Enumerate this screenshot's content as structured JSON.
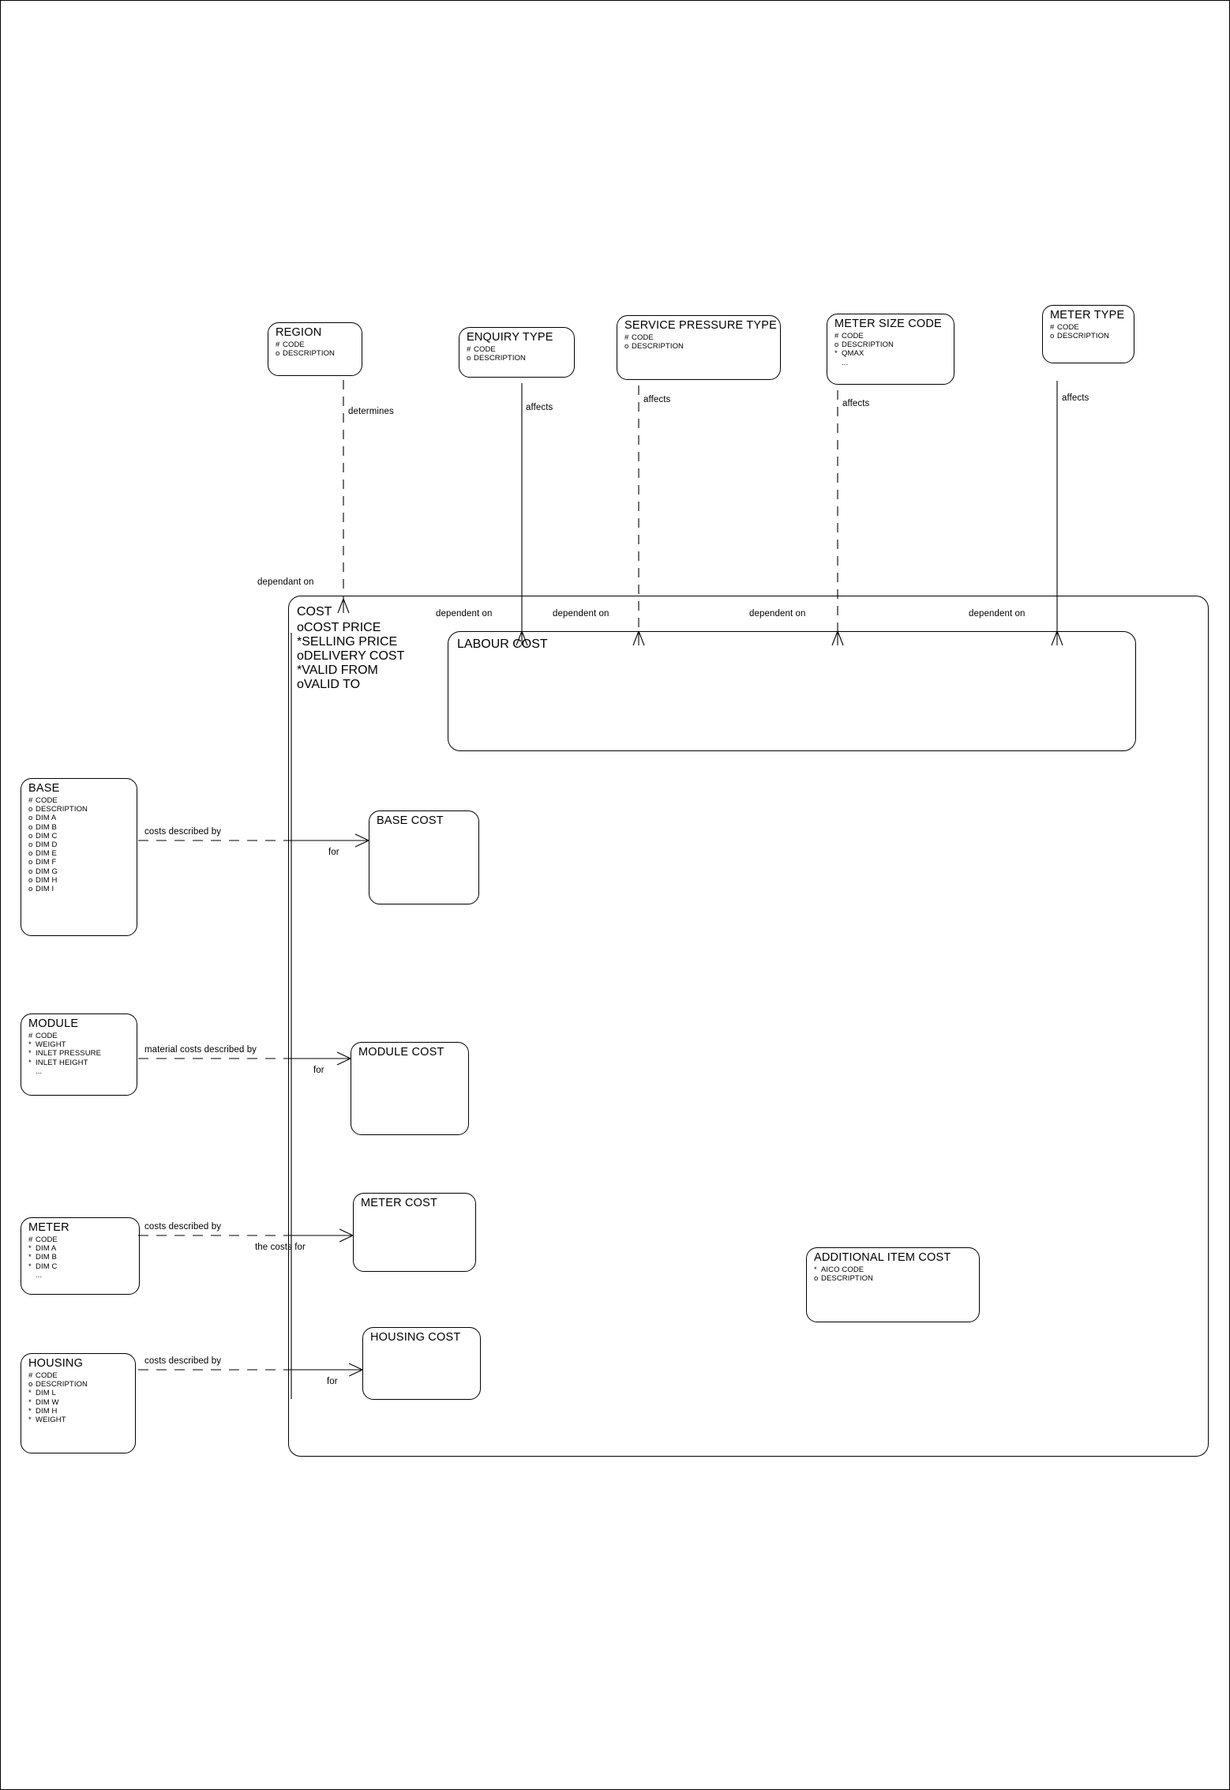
{
  "diagram": {
    "title": "Cost Entity Relationship Diagram",
    "type": "entity-relationship",
    "line_color": "#000000",
    "background": "#ffffff"
  },
  "entities": {
    "region": {
      "name": "REGION",
      "attributes": [
        {
          "marker": "#",
          "label": "CODE"
        },
        {
          "marker": "o",
          "label": "DESCRIPTION"
        }
      ]
    },
    "enquiry_type": {
      "name": "ENQUIRY TYPE",
      "attributes": [
        {
          "marker": "#",
          "label": "CODE"
        },
        {
          "marker": "o",
          "label": "DESCRIPTION"
        }
      ]
    },
    "service_pressure": {
      "name": "SERVICE PRESSURE TYPE",
      "attributes": [
        {
          "marker": "#",
          "label": "CODE"
        },
        {
          "marker": "o",
          "label": "DESCRIPTION"
        }
      ]
    },
    "meter_size_code": {
      "name": "METER SIZE CODE",
      "attributes": [
        {
          "marker": "#",
          "label": "CODE"
        },
        {
          "marker": "o",
          "label": "DESCRIPTION"
        },
        {
          "marker": "*",
          "label": "QMAX"
        },
        {
          "marker": "",
          "label": "..."
        }
      ]
    },
    "meter_type": {
      "name": "METER TYPE",
      "attributes": [
        {
          "marker": "#",
          "label": "CODE"
        },
        {
          "marker": "o",
          "label": "DESCRIPTION"
        }
      ]
    },
    "cost": {
      "name": "COST",
      "attributes": [
        {
          "marker": "o",
          "label": "COST PRICE"
        },
        {
          "marker": "*",
          "label": "SELLING PRICE"
        },
        {
          "marker": "o",
          "label": "DELIVERY COST"
        },
        {
          "marker": "*",
          "label": "VALID FROM"
        },
        {
          "marker": "o",
          "label": "VALID TO"
        }
      ]
    },
    "labour_cost": {
      "name": "LABOUR COST",
      "attributes": []
    },
    "base": {
      "name": "BASE",
      "attributes": [
        {
          "marker": "#",
          "label": "CODE"
        },
        {
          "marker": "o",
          "label": "DESCRIPTION"
        },
        {
          "marker": "o",
          "label": "DIM A"
        },
        {
          "marker": "o",
          "label": "DIM B"
        },
        {
          "marker": "o",
          "label": "DIM C"
        },
        {
          "marker": "o",
          "label": "DIM D"
        },
        {
          "marker": "o",
          "label": "DIM E"
        },
        {
          "marker": "o",
          "label": "DIM F"
        },
        {
          "marker": "o",
          "label": "DIM G"
        },
        {
          "marker": "o",
          "label": "DIM H"
        },
        {
          "marker": "o",
          "label": "DIM I"
        }
      ]
    },
    "base_cost": {
      "name": "BASE COST",
      "attributes": []
    },
    "module": {
      "name": "MODULE",
      "attributes": [
        {
          "marker": "#",
          "label": "CODE"
        },
        {
          "marker": "*",
          "label": "WEIGHT"
        },
        {
          "marker": "*",
          "label": "INLET PRESSURE"
        },
        {
          "marker": "*",
          "label": "INLET HEIGHT"
        },
        {
          "marker": "",
          "label": "..."
        }
      ]
    },
    "module_cost": {
      "name": "MODULE COST",
      "attributes": []
    },
    "meter": {
      "name": "METER",
      "attributes": [
        {
          "marker": "#",
          "label": "CODE"
        },
        {
          "marker": "*",
          "label": "DIM A"
        },
        {
          "marker": "*",
          "label": "DIM B"
        },
        {
          "marker": "*",
          "label": "DIM C"
        },
        {
          "marker": "",
          "label": "..."
        }
      ]
    },
    "meter_cost": {
      "name": "METER COST",
      "attributes": []
    },
    "housing": {
      "name": "HOUSING",
      "attributes": [
        {
          "marker": "#",
          "label": "CODE"
        },
        {
          "marker": "o",
          "label": "DESCRIPTION"
        },
        {
          "marker": "*",
          "label": "DIM L"
        },
        {
          "marker": "*",
          "label": "DIM W"
        },
        {
          "marker": "*",
          "label": "DIM H"
        },
        {
          "marker": "*",
          "label": "WEIGHT"
        }
      ]
    },
    "housing_cost": {
      "name": "HOUSING COST",
      "attributes": []
    },
    "additional_item_cost": {
      "name": "ADDITIONAL ITEM COST",
      "attributes": [
        {
          "marker": "*",
          "label": "AICO CODE"
        },
        {
          "marker": "o",
          "label": "DESCRIPTION"
        }
      ]
    }
  },
  "relationships": {
    "region_determines": {
      "label": "determines"
    },
    "enquiry_affects": {
      "label": "affects"
    },
    "service_pressure_affects": {
      "label": "affects"
    },
    "meter_size_affects": {
      "label": "affects"
    },
    "meter_type_affects": {
      "label": "affects"
    },
    "cost_dependant_on_region": {
      "label": "dependant on"
    },
    "labour_dependent_on_enquiry": {
      "label": "dependent on"
    },
    "labour_dependent_on_service": {
      "label": "dependent on"
    },
    "labour_dependent_on_size": {
      "label": "dependent on"
    },
    "labour_dependent_on_type": {
      "label": "dependent on"
    },
    "base_costs_described_by": {
      "label": "costs described by"
    },
    "base_cost_for": {
      "label": "for"
    },
    "module_material_costs": {
      "label": "material costs described by"
    },
    "module_cost_for": {
      "label": "for"
    },
    "meter_costs_described_by": {
      "label": "costs described by"
    },
    "meter_cost_the_costs_for": {
      "label": "the costs for"
    },
    "housing_costs_described_by": {
      "label": "costs described by"
    },
    "housing_cost_for": {
      "label": "for"
    }
  }
}
